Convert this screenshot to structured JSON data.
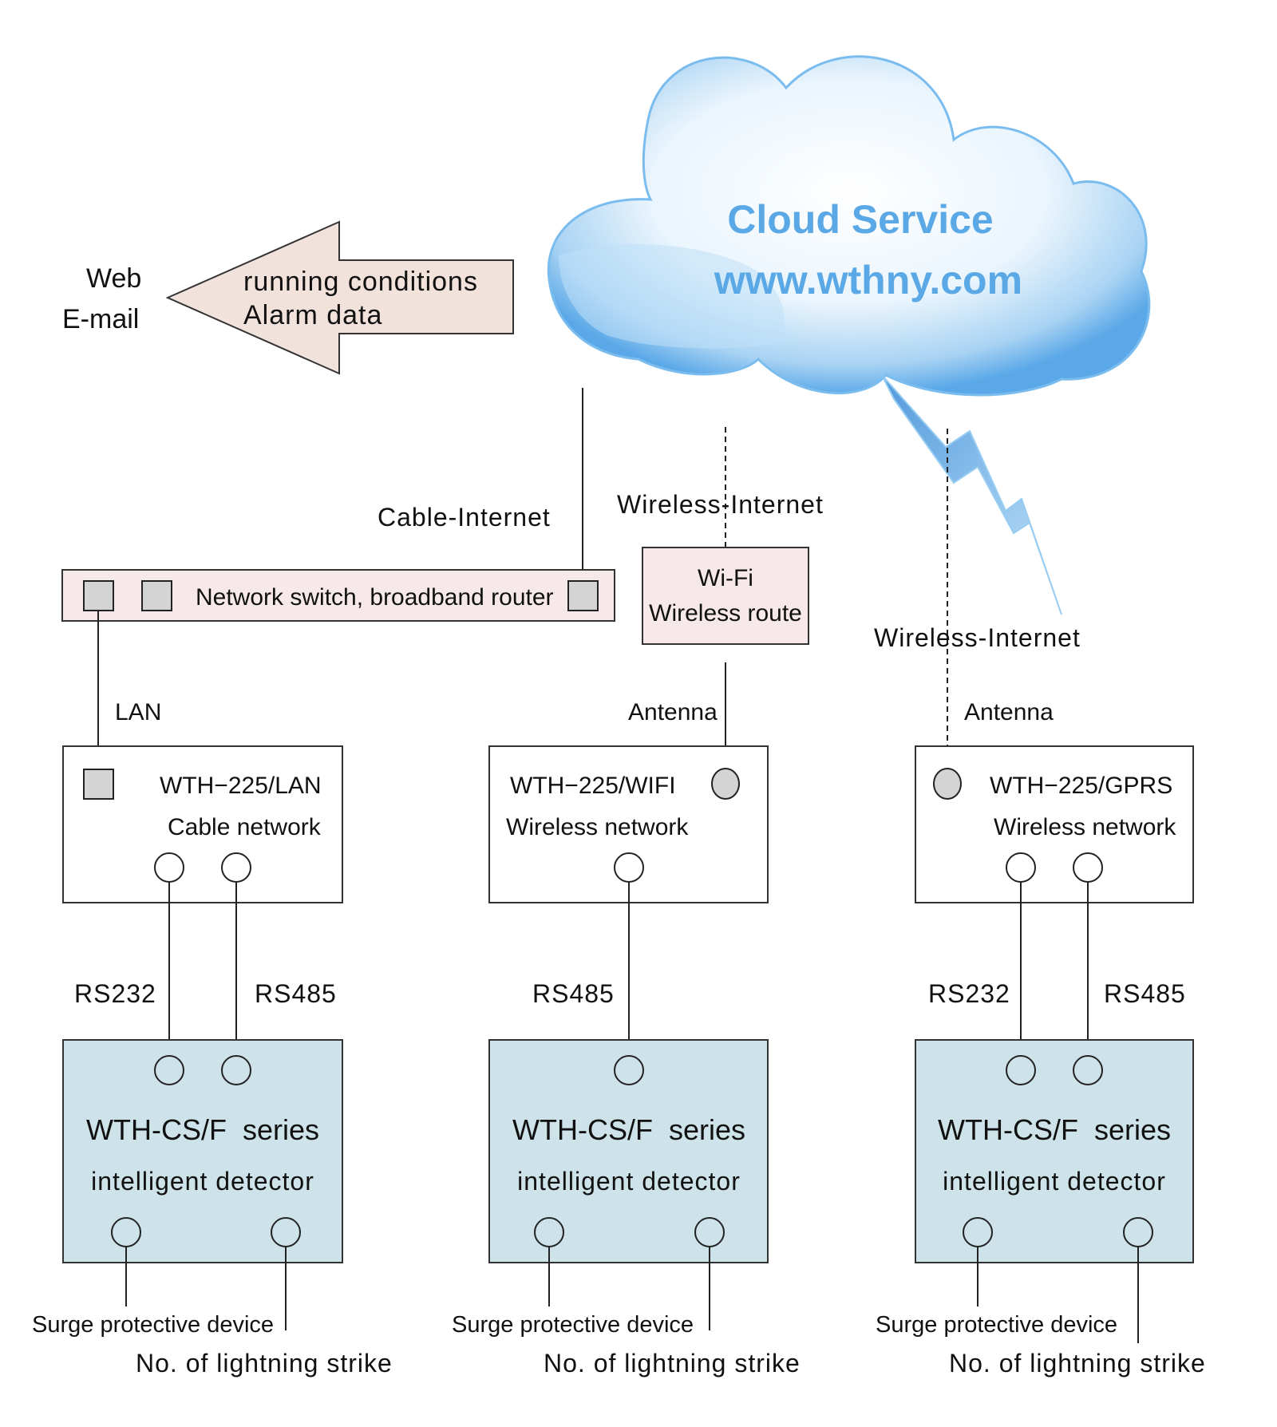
{
  "cloud": {
    "title": "Cloud Service",
    "url": "www.wthny.com"
  },
  "outputs": {
    "web": "Web",
    "email": "E-mail",
    "arrow_line1": "running conditions",
    "arrow_line2": "Alarm data"
  },
  "links": {
    "cable_internet": "Cable-Internet",
    "wireless_internet": "Wireless-Internet",
    "wireless_internet_2": "Wireless-Internet",
    "lan": "LAN",
    "antenna_wifi": "Antenna",
    "antenna_gprs": "Antenna"
  },
  "switch": {
    "label": "Network switch, broadband router"
  },
  "router": {
    "line1": "Wi-Fi",
    "line2": "Wireless route"
  },
  "modules": [
    {
      "model": "WTH−225/LAN",
      "type": "Cable network",
      "port_left": "RS232",
      "port_right": "RS485"
    },
    {
      "model": "WTH−225/WIFI",
      "type": "Wireless network",
      "port": "RS485"
    },
    {
      "model": "WTH−225/GPRS",
      "type": "Wireless network",
      "port_left": "RS232",
      "port_right": "RS485"
    }
  ],
  "detectors": [
    {
      "line1": "WTH-CS/F  series",
      "line2": "intelligent detector",
      "spd": "Surge protective device",
      "strike": "No. of lightning strike"
    },
    {
      "line1": "WTH-CS/F  series",
      "line2": "intelligent detector",
      "spd": "Surge protective device",
      "strike": "No. of lightning strike"
    },
    {
      "line1": "WTH-CS/F  series",
      "line2": "intelligent detector",
      "spd": "Surge protective device",
      "strike": "No. of lightning strike"
    }
  ],
  "colors": {
    "cloud_text": "#5aa9e6",
    "arrow_fill": "#f2e2dc",
    "switch_fill": "#f7e9e9",
    "detector_fill": "#cde3e9",
    "port_grey": "#d4d4d4"
  }
}
